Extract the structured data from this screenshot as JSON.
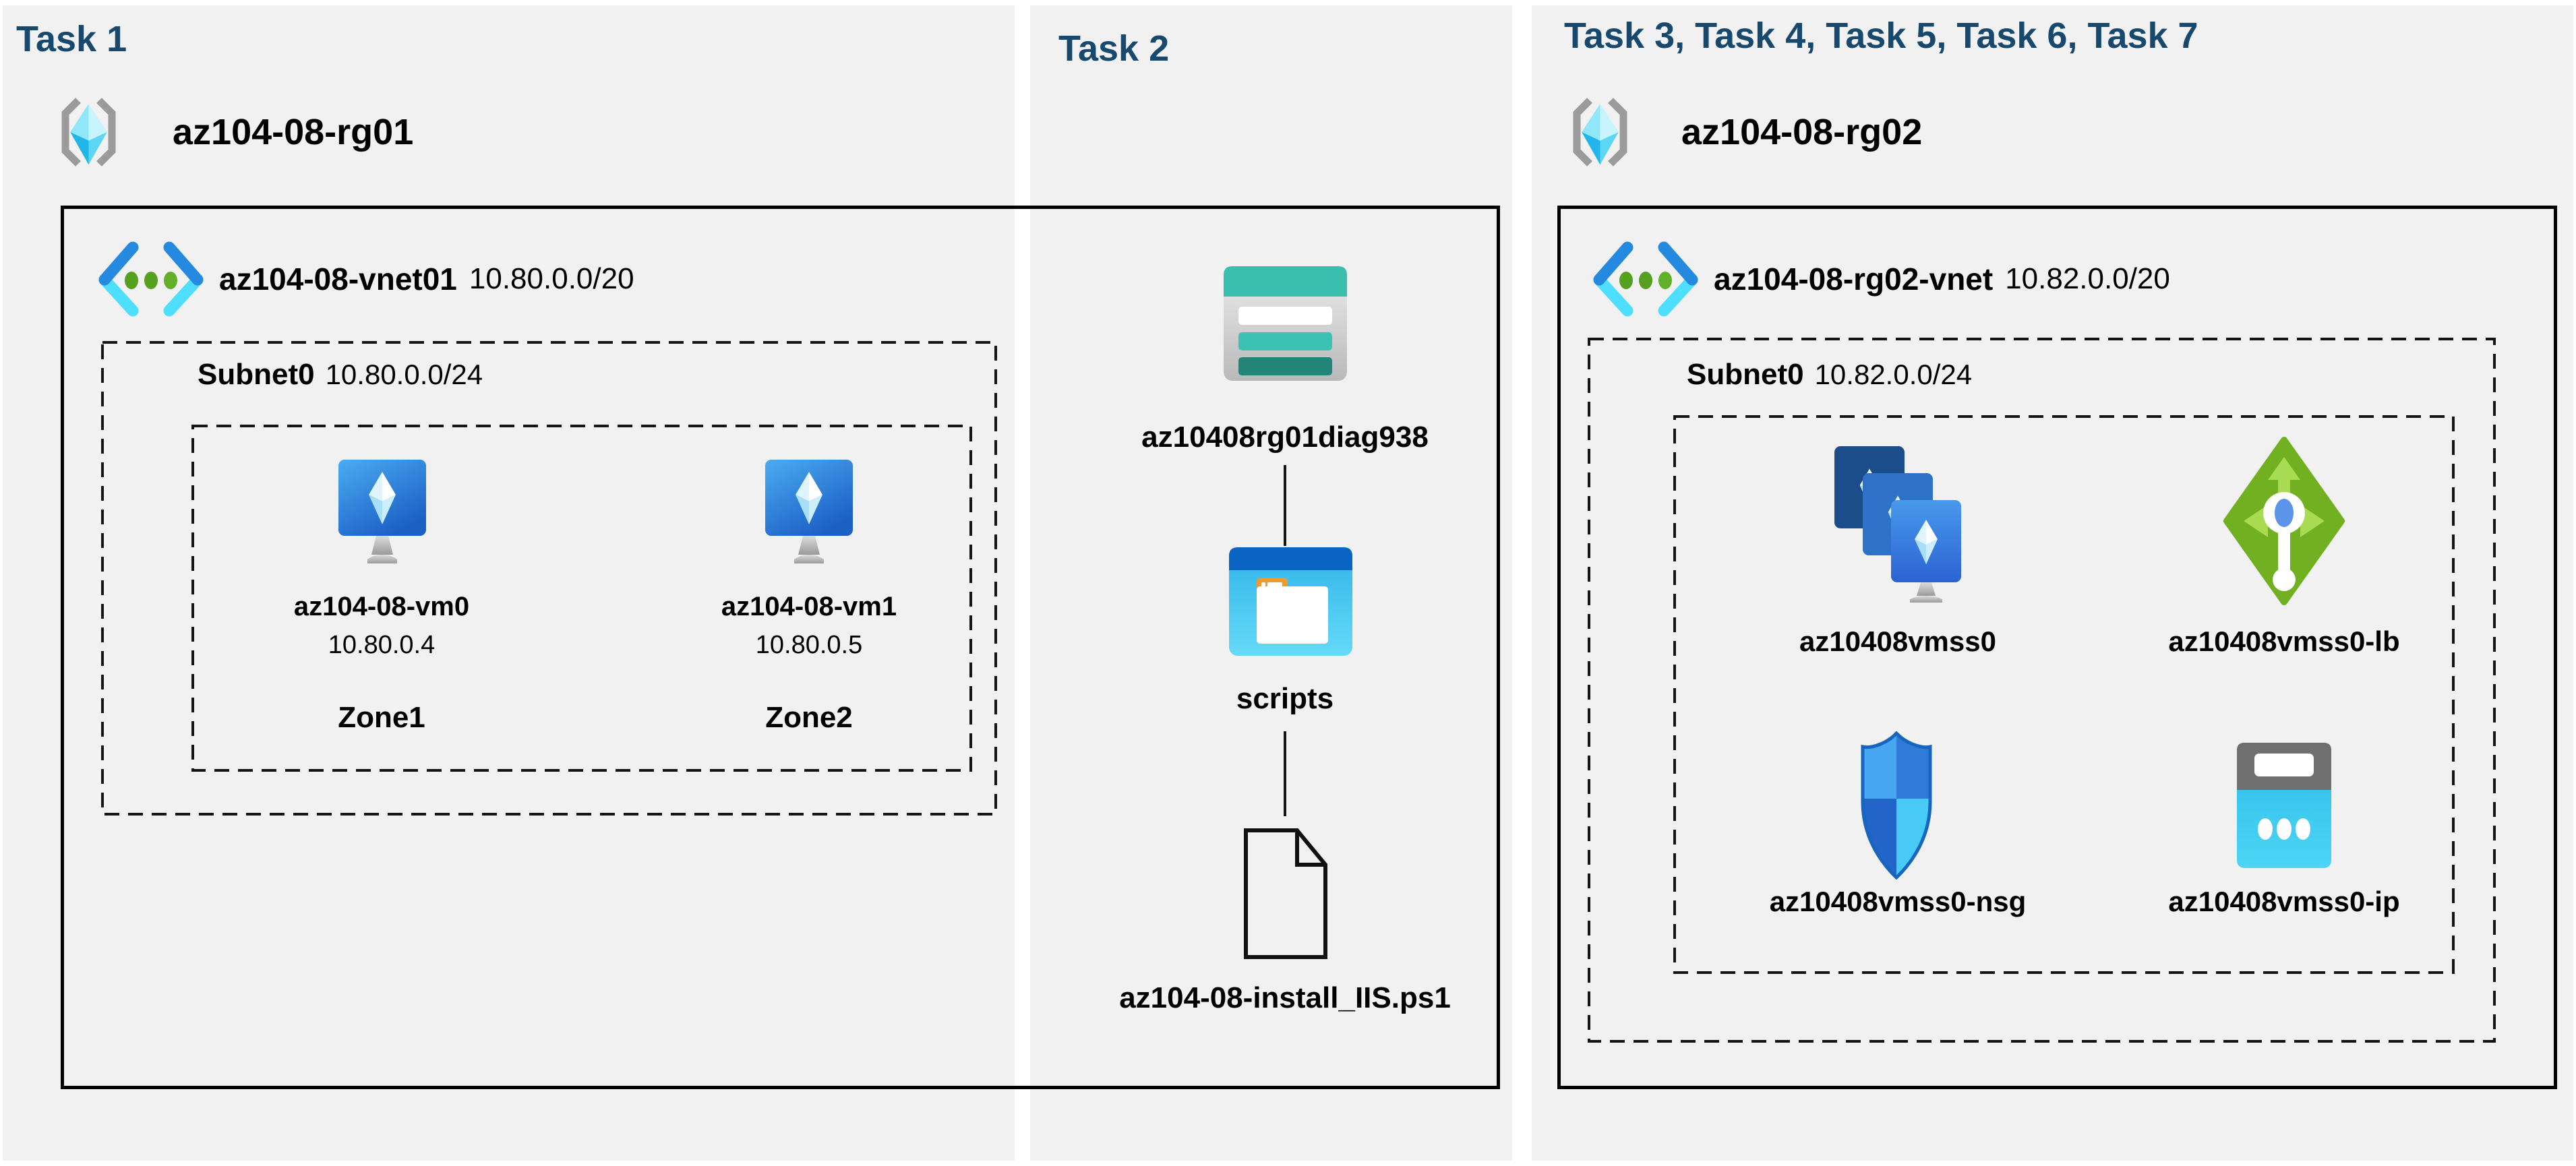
{
  "colors": {
    "title_text": "#17496E",
    "panel_background": "#F1F1F1",
    "box_border": "#000000",
    "label_text": "#000000"
  },
  "task1": {
    "title": "Task 1",
    "resource_group": {
      "name": "az104-08-rg01",
      "icon": "resource-group-icon"
    },
    "vnet": {
      "name": "az104-08-vnet01",
      "cidr": "10.80.0.0/20",
      "icon": "virtual-network-icon"
    },
    "subnet": {
      "name": "Subnet0",
      "cidr": "10.80.0.0/24"
    },
    "vms": [
      {
        "name": "az104-08-vm0",
        "ip": "10.80.0.4",
        "zone": "Zone1",
        "icon": "virtual-machine-icon"
      },
      {
        "name": "az104-08-vm1",
        "ip": "10.80.0.5",
        "zone": "Zone2",
        "icon": "virtual-machine-icon"
      }
    ]
  },
  "task2": {
    "title": "Task 2",
    "storage_account": {
      "name": "az10408rg01diag938",
      "icon": "storage-account-icon"
    },
    "container": {
      "name": "scripts",
      "icon": "blob-container-icon"
    },
    "file": {
      "name": "az104-08-install_IIS.ps1",
      "icon": "file-icon"
    }
  },
  "task3": {
    "title": "Task 3, Task 4, Task 5, Task 6, Task 7",
    "resource_group": {
      "name": "az104-08-rg02",
      "icon": "resource-group-icon"
    },
    "vnet": {
      "name": "az104-08-rg02-vnet",
      "cidr": "10.82.0.0/20",
      "icon": "virtual-network-icon"
    },
    "subnet": {
      "name": "Subnet0",
      "cidr": "10.82.0.0/24"
    },
    "resources": [
      {
        "name": "az10408vmss0",
        "icon": "vm-scale-set-icon"
      },
      {
        "name": "az10408vmss0-lb",
        "icon": "load-balancer-icon"
      },
      {
        "name": "az10408vmss0-nsg",
        "icon": "network-security-group-icon"
      },
      {
        "name": "az10408vmss0-ip",
        "icon": "public-ip-icon"
      }
    ]
  }
}
